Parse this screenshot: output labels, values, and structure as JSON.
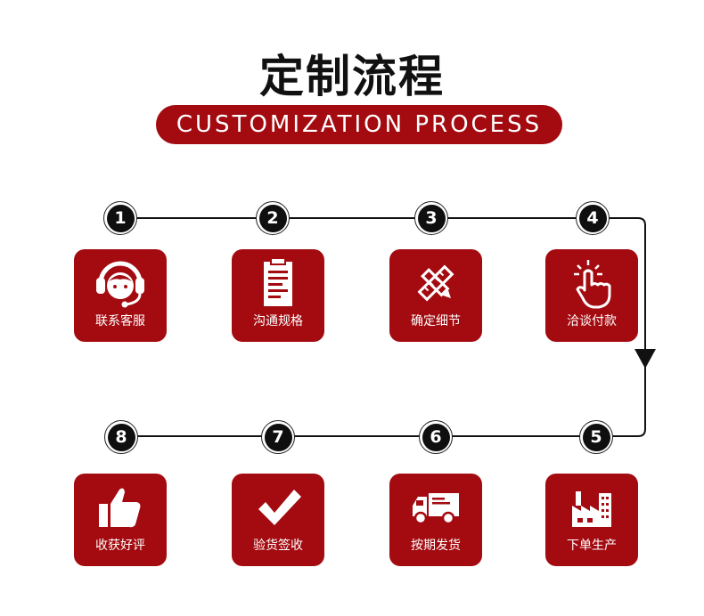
{
  "title": "定制流程",
  "subtitle": "CUSTOMIZATION PROCESS",
  "colors": {
    "accent": "#a30b10",
    "line": "#111111"
  },
  "steps": [
    {
      "num": "1",
      "label": "联系客服",
      "icon": "headset-icon"
    },
    {
      "num": "2",
      "label": "沟通规格",
      "icon": "clipboard-icon"
    },
    {
      "num": "3",
      "label": "确定细节",
      "icon": "pencil-ruler-icon"
    },
    {
      "num": "4",
      "label": "洽谈付款",
      "icon": "tap-hand-icon"
    },
    {
      "num": "5",
      "label": "下单生产",
      "icon": "factory-icon"
    },
    {
      "num": "6",
      "label": "按期发货",
      "icon": "truck-icon"
    },
    {
      "num": "7",
      "label": "验货签收",
      "icon": "checkmark-icon"
    },
    {
      "num": "8",
      "label": "收获好评",
      "icon": "thumbs-up-icon"
    }
  ]
}
